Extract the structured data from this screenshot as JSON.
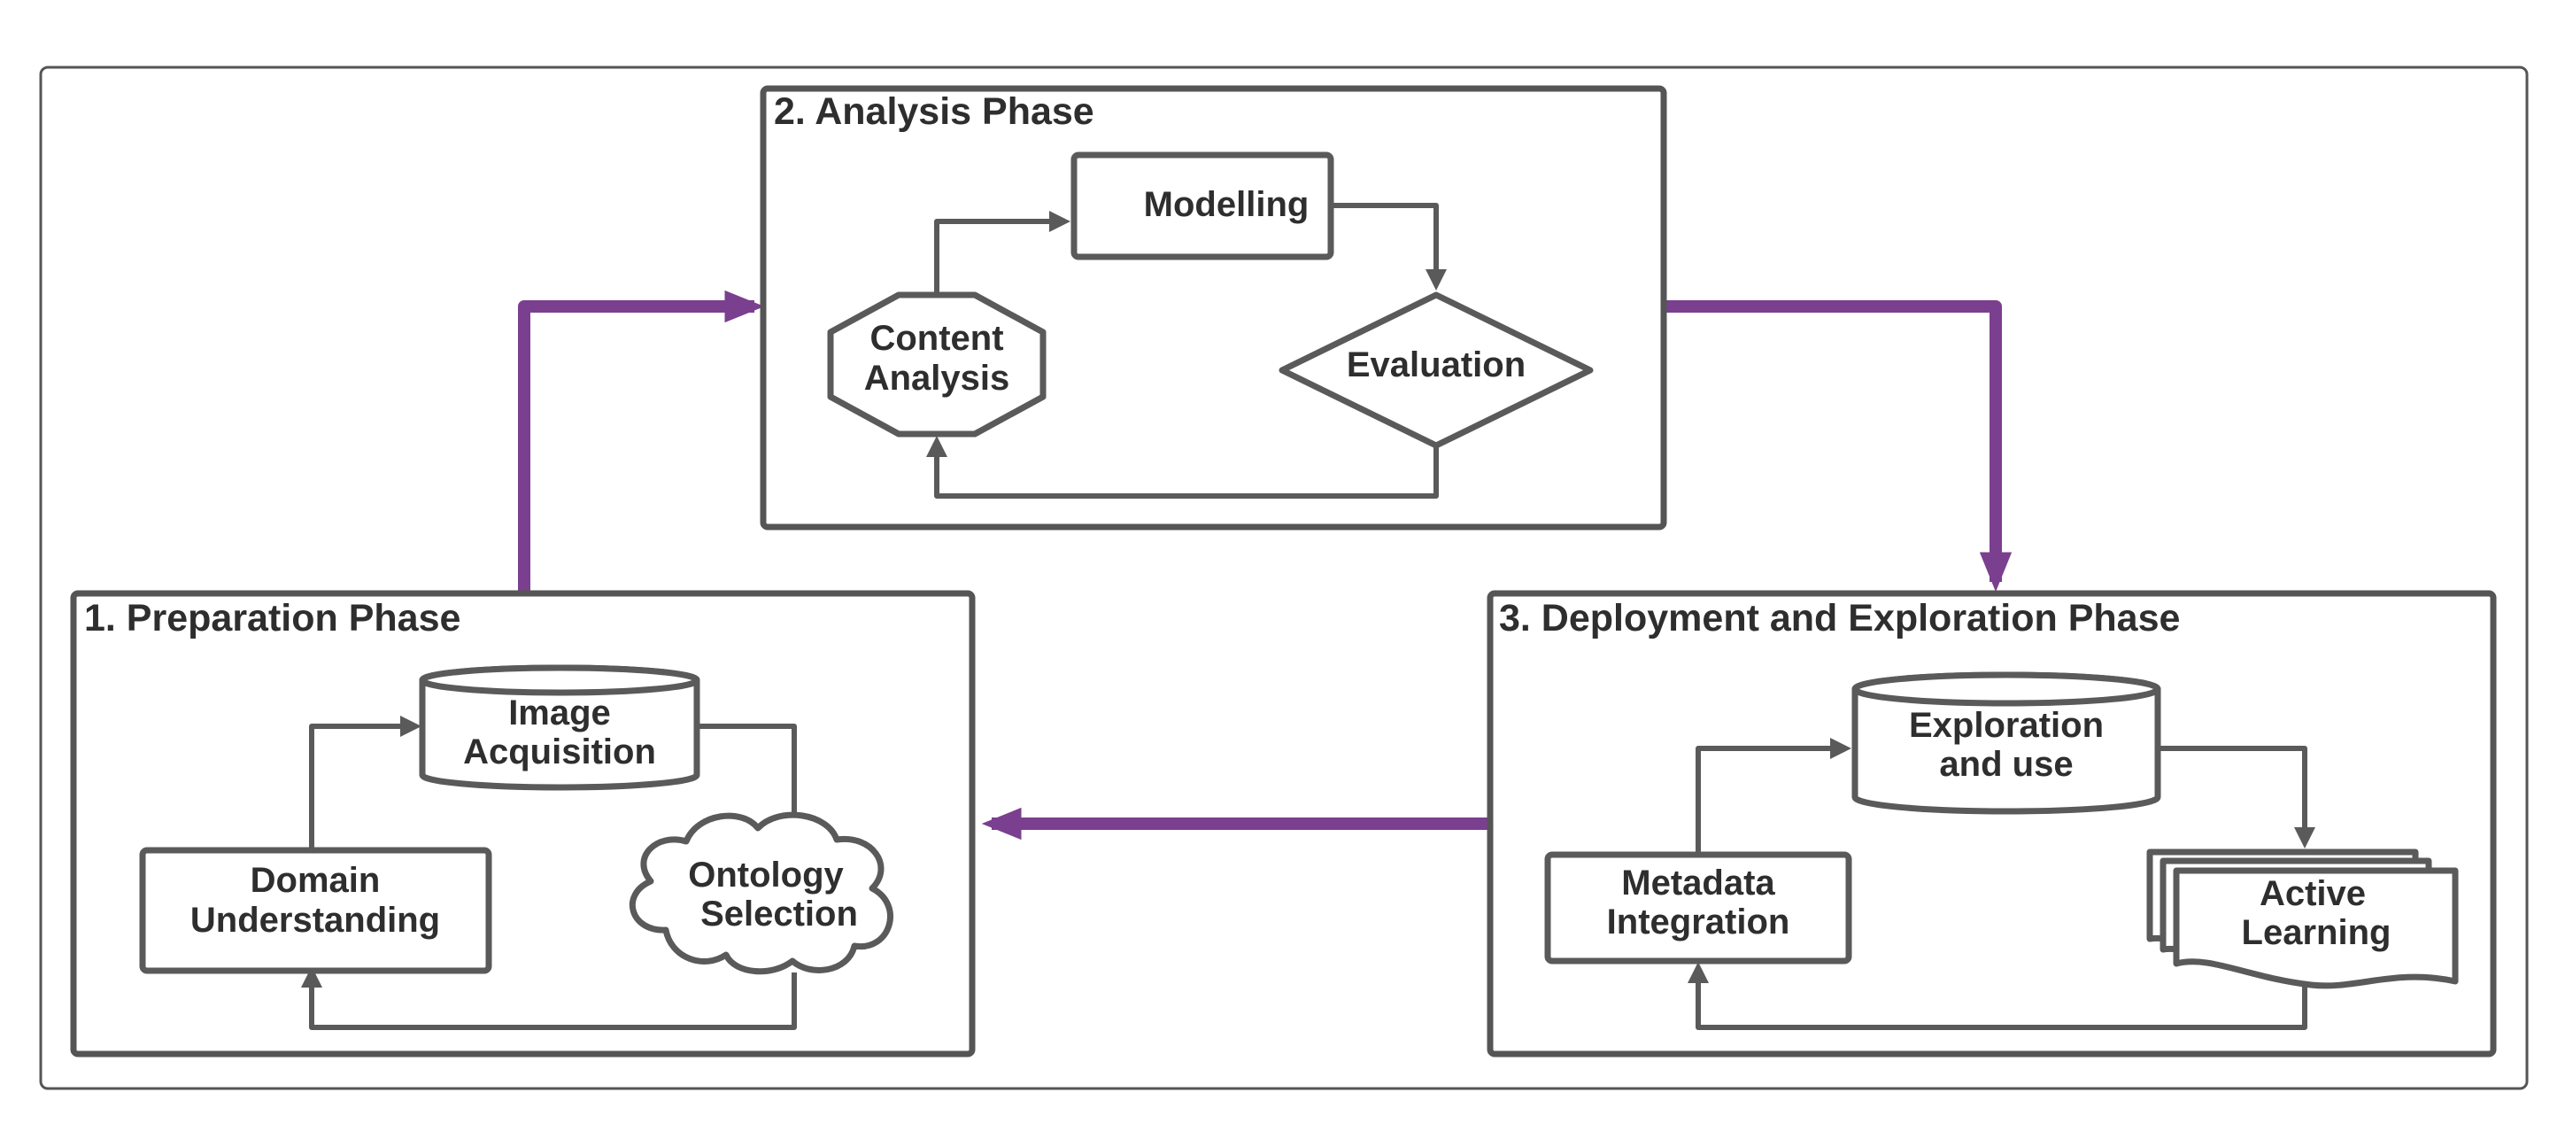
{
  "colors": {
    "phase_arrow": "#7b3f8f",
    "outline": "#5a5a5a",
    "text": "#2e2e2e",
    "background": "#ffffff"
  },
  "phases": [
    {
      "id": "preparation",
      "title": "1. Preparation Phase",
      "nodes": [
        {
          "id": "image-acquisition",
          "shape": "cylinder",
          "lines": [
            "Image",
            "Acquisition"
          ]
        },
        {
          "id": "domain-understanding",
          "shape": "rectangle",
          "lines": [
            "Domain",
            "Understanding"
          ]
        },
        {
          "id": "ontology-selection",
          "shape": "cloud",
          "lines": [
            "Ontology",
            "Selection"
          ]
        }
      ]
    },
    {
      "id": "analysis",
      "title": "2. Analysis Phase",
      "nodes": [
        {
          "id": "modelling",
          "shape": "rectangle",
          "lines": [
            "Modelling"
          ]
        },
        {
          "id": "content-analysis",
          "shape": "octagon",
          "lines": [
            "Content",
            "Analysis"
          ]
        },
        {
          "id": "evaluation",
          "shape": "diamond",
          "lines": [
            "Evaluation"
          ]
        }
      ]
    },
    {
      "id": "deployment",
      "title": "3. Deployment and Exploration Phase",
      "nodes": [
        {
          "id": "exploration-and-use",
          "shape": "cylinder",
          "lines": [
            "Exploration",
            "and use"
          ]
        },
        {
          "id": "metadata-integration",
          "shape": "rectangle",
          "lines": [
            "Metadata",
            "Integration"
          ]
        },
        {
          "id": "active-learning",
          "shape": "multi-document",
          "lines": [
            "Active",
            "Learning"
          ]
        }
      ]
    }
  ]
}
